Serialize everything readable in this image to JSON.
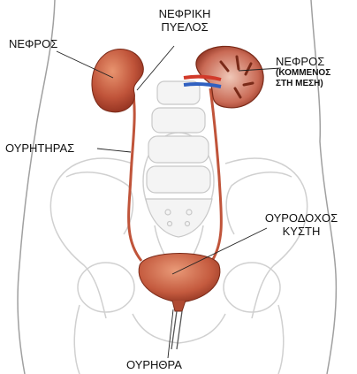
{
  "labels": {
    "kidney_left": "ΝΕΦΡΟΣ",
    "renal_pelvis_line1": "ΝΕΦΡΙΚΗ",
    "renal_pelvis_line2": "ΠΥΕΛΟΣ",
    "kidney_section_line1": "ΝΕΦΡΟΣ",
    "kidney_section_line2": "(ΚΟΜΜΕΝΟΣ",
    "kidney_section_line3": "ΣΤΗ ΜΕΣΗ)",
    "ureter": "ΟΥΡΗΤΗΡΑΣ",
    "bladder_line1": "ΟΥΡΟΔΟΧΟΣ",
    "bladder_line2": "ΚΥΣΤΗ",
    "urethra": "ΟΥΡΗΘΡΑ"
  },
  "colors": {
    "organ": "#c0543a",
    "organ_dark": "#8f2f1e",
    "vessel_red": "#d23a2a",
    "vessel_blue": "#3060c0",
    "bone_outline": "#c8c8c8",
    "body_outline": "#9a9a9a"
  }
}
